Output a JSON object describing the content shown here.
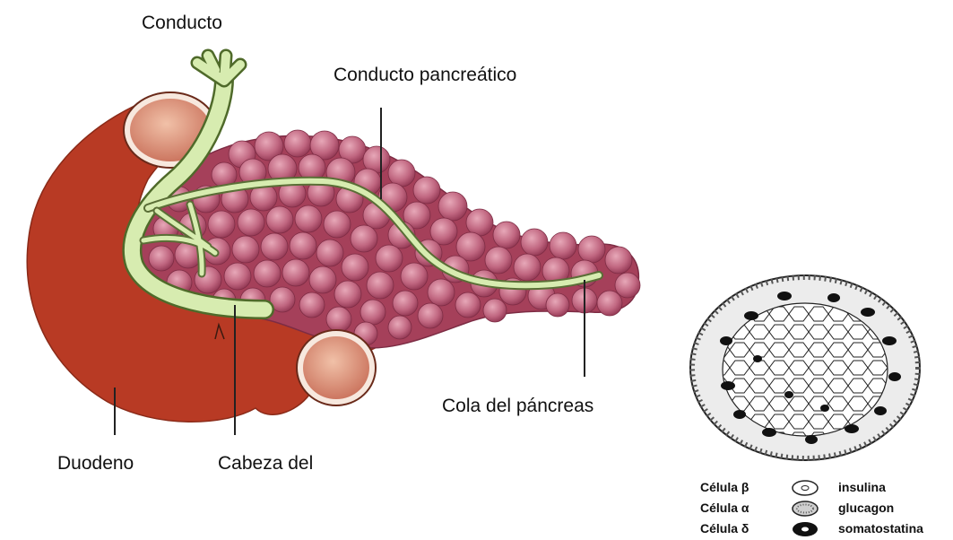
{
  "labels": {
    "duct": "Conducto",
    "pancreatic_duct": "Conducto pancreático",
    "tail": "Cola del páncreas",
    "duodenum": "Duodeno",
    "head": "Cabeza del"
  },
  "legend": [
    {
      "cell": "Célula β",
      "hormone": "insulina",
      "icon": "beta-cell-icon"
    },
    {
      "cell": "Célula α",
      "hormone": "glucagon",
      "icon": "alpha-cell-icon"
    },
    {
      "cell": "Célula δ",
      "hormone": "somatostatina",
      "icon": "delta-cell-icon"
    }
  ],
  "colors": {
    "duodenum": "#b83a24",
    "pancreas": "#a5405a",
    "lobule": "#c56a83",
    "duct": "#d7ecb0",
    "vessel": "#dd9b80"
  }
}
